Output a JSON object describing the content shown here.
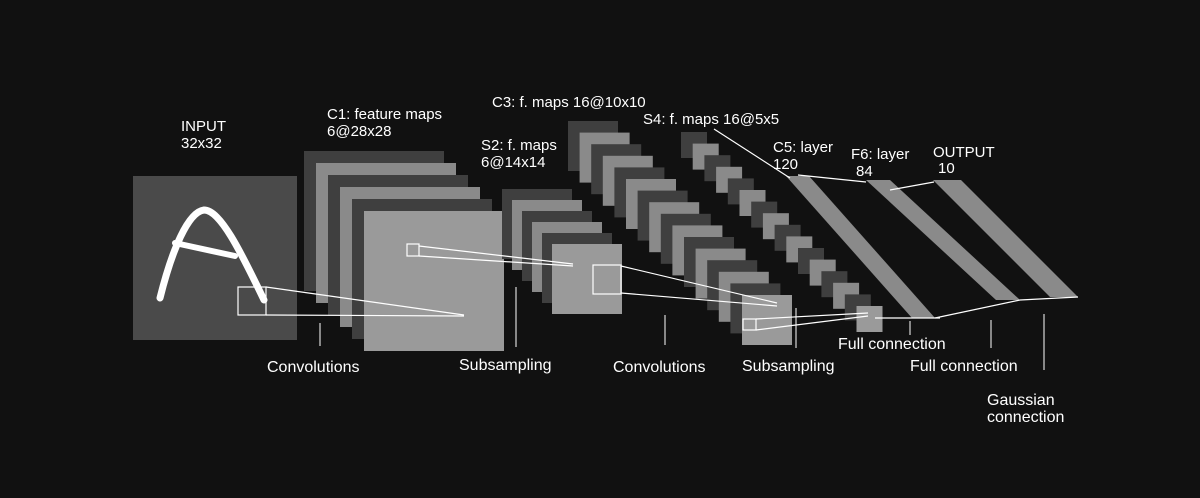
{
  "layers": {
    "input": {
      "name": "INPUT",
      "size": "32x32"
    },
    "c1": {
      "name": "C1: feature maps",
      "size": "6@28x28"
    },
    "s2": {
      "name": "S2: f. maps",
      "size": "6@14x14"
    },
    "c3": {
      "name": "C3: f. maps 16@10x10"
    },
    "s4": {
      "name": "S4: f. maps 16@5x5"
    },
    "c5": {
      "name": "C5: layer",
      "size": "120"
    },
    "f6": {
      "name": "F6: layer",
      "size": "84"
    },
    "output": {
      "name": "OUTPUT",
      "size": "10"
    }
  },
  "operations": {
    "conv1": "Convolutions",
    "sub1": "Subsampling",
    "conv2": "Convolutions",
    "sub2": "Subsampling",
    "full1": "Full connection",
    "full2": "Full connection",
    "gauss_line1": "Gaussian",
    "gauss_line2": "connection"
  },
  "colors": {
    "background": "#111111",
    "map_light": "#8a8a8a",
    "map_dark": "#3f3f3f",
    "front_map": "#9a9a9a",
    "input_map": "#4a4a4a",
    "fc_band": "#8a8a8a",
    "line": "#ffffff"
  }
}
